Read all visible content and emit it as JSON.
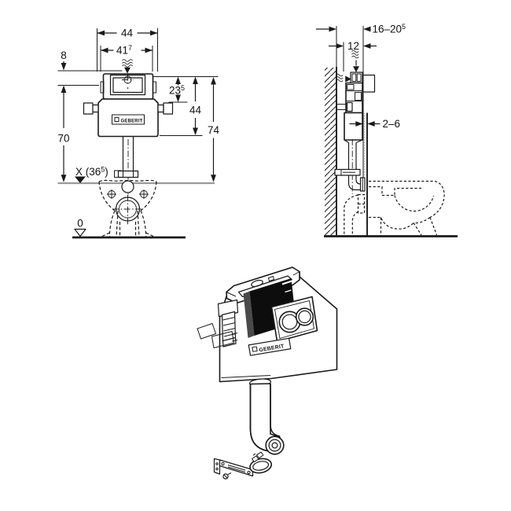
{
  "colors": {
    "line": "#1a1a1a",
    "level_line": "#9a9a9a",
    "background": "#ffffff",
    "cover_fill": "#0d0d0d"
  },
  "front_view": {
    "brand_label": "GEBERIT",
    "dims": {
      "overall_width": {
        "pre": "44"
      },
      "opening_width": {
        "pre": "41",
        "sup": "7"
      },
      "supply_offset": {
        "pre": "8"
      },
      "cover_height": {
        "pre": "23",
        "sup": "5"
      },
      "tank_height": {
        "pre": "44"
      },
      "overall_height": {
        "pre": "74"
      },
      "actuation_height": {
        "pre": "70"
      },
      "x_level": {
        "pre": "X (36",
        "sup": "5",
        "post": ")"
      },
      "zero_level": {
        "pre": "0"
      }
    }
  },
  "side_view": {
    "dims": {
      "wall_offset": {
        "pre": "16–20",
        "sup": "5"
      },
      "supply_depth": {
        "pre": "12"
      },
      "panel_thickness": {
        "pre": "2–6"
      }
    }
  },
  "iso_view": {
    "brand_label": "GEBERIT"
  }
}
